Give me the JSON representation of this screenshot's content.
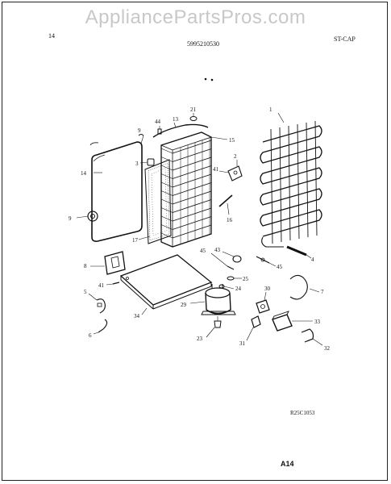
{
  "watermark": "AppliancePartsPros.com",
  "header": {
    "page_number": "14",
    "part_number": "5995210530",
    "section": "ST-CAP"
  },
  "footer": {
    "reference": "R25C1053",
    "page_code": "A14"
  },
  "callouts": [
    {
      "id": "c1",
      "label": "1"
    },
    {
      "id": "c2",
      "label": "2"
    },
    {
      "id": "c3",
      "label": "3"
    },
    {
      "id": "c4",
      "label": "4"
    },
    {
      "id": "c5",
      "label": "5"
    },
    {
      "id": "c6",
      "label": "6"
    },
    {
      "id": "c7",
      "label": "7"
    },
    {
      "id": "c8",
      "label": "8"
    },
    {
      "id": "c9a",
      "label": "9"
    },
    {
      "id": "c9b",
      "label": "9"
    },
    {
      "id": "c13",
      "label": "13"
    },
    {
      "id": "c14",
      "label": "14"
    },
    {
      "id": "c15",
      "label": "15"
    },
    {
      "id": "c16",
      "label": "16"
    },
    {
      "id": "c17",
      "label": "17"
    },
    {
      "id": "c21",
      "label": "21"
    },
    {
      "id": "c23",
      "label": "23"
    },
    {
      "id": "c24",
      "label": "24"
    },
    {
      "id": "c25",
      "label": "25"
    },
    {
      "id": "c29",
      "label": "29"
    },
    {
      "id": "c30",
      "label": "30"
    },
    {
      "id": "c31",
      "label": "31"
    },
    {
      "id": "c32",
      "label": "32"
    },
    {
      "id": "c33",
      "label": "33"
    },
    {
      "id": "c34",
      "label": "34"
    },
    {
      "id": "c41a",
      "label": "41"
    },
    {
      "id": "c41b",
      "label": "41"
    },
    {
      "id": "c43",
      "label": "43"
    },
    {
      "id": "c44",
      "label": "44"
    },
    {
      "id": "c45a",
      "label": "45"
    },
    {
      "id": "c45b",
      "label": "45"
    }
  ]
}
